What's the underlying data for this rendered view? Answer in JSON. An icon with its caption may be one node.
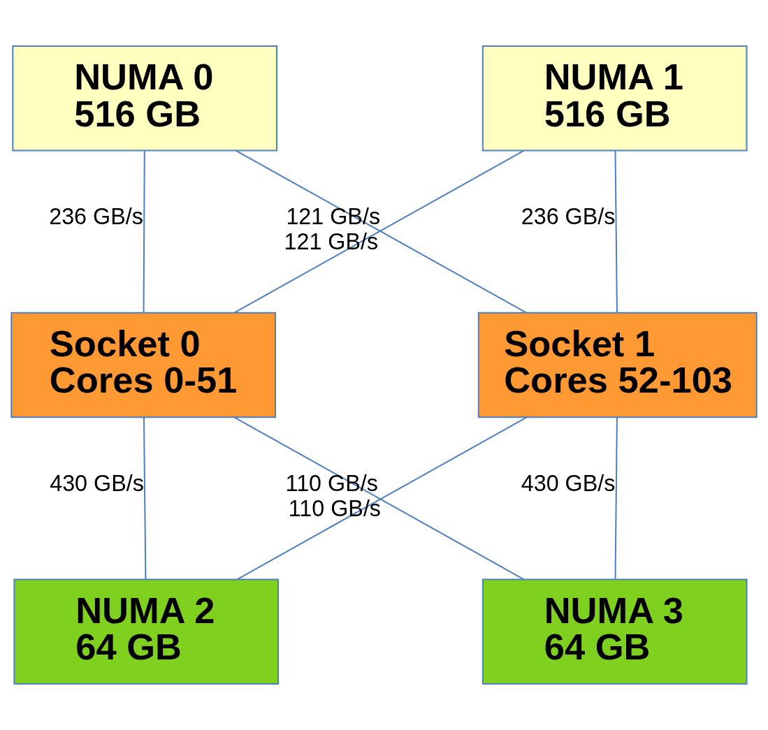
{
  "diagram": {
    "nodes": [
      {
        "text": [
          "NUMA 0",
          "516 GB"
        ]
      },
      {
        "text": [
          "NUMA 1",
          "516 GB"
        ]
      },
      {
        "text": [
          "Socket 0",
          "Cores 0-51"
        ]
      },
      {
        "text": [
          "Socket 1",
          "Cores 52-103"
        ]
      },
      {
        "text": [
          "NUMA 2",
          "64 GB"
        ]
      },
      {
        "text": [
          "NUMA 3",
          "64 GB"
        ]
      }
    ],
    "edges": [
      {
        "from": 0,
        "to": 2,
        "arrow": "none",
        "label": "236 GB/s"
      },
      {
        "from": 0,
        "to": 3,
        "arrow": "none",
        "label": "121 GB/s"
      },
      {
        "from": 1,
        "to": 2,
        "arrow": "none",
        "label": "121 GB/s"
      },
      {
        "from": 1,
        "to": 3,
        "arrow": "none",
        "label": "236 GB/s"
      },
      {
        "from": 2,
        "to": 4,
        "arrow": "none",
        "label": "430 GB/s"
      },
      {
        "from": 2,
        "to": 5,
        "arrow": "none",
        "label": "110 GB/s"
      },
      {
        "from": 3,
        "to": 4,
        "arrow": "none",
        "label": "110 GB/s"
      },
      {
        "from": 3,
        "to": 5,
        "arrow": "none",
        "label": "430 GB/s"
      }
    ]
  }
}
